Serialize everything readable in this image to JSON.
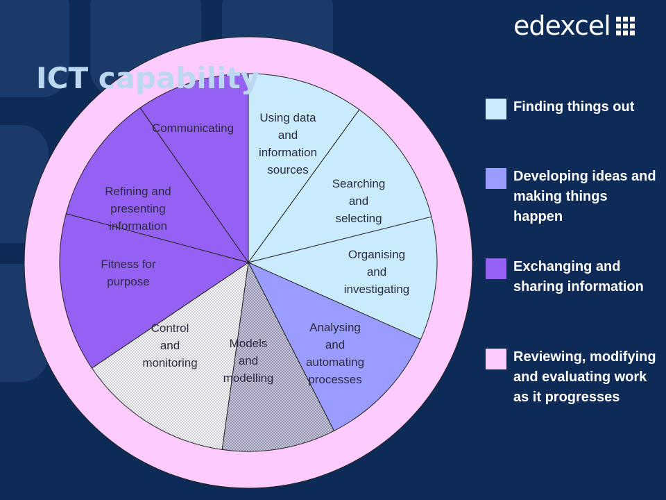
{
  "logo": {
    "text": "edexcel",
    "icon": "edexcel-grid-logo-icon"
  },
  "title": "ICT capability",
  "colors": {
    "background": "#0e2a57",
    "finding": "#c9ebfb",
    "developing": "#9a9cff",
    "exchanging": "#9461f3",
    "reviewing": "#fecbfd",
    "control_pattern": "#ffffff",
    "models_pattern": "#b6b6d2"
  },
  "segments": [
    {
      "id": "using-data",
      "lines": [
        "Using data",
        "and",
        "information",
        "sources"
      ],
      "group": "finding"
    },
    {
      "id": "searching",
      "lines": [
        "Searching",
        "and",
        "selecting"
      ],
      "group": "finding"
    },
    {
      "id": "organising",
      "lines": [
        "Organising",
        "and",
        "investigating"
      ],
      "group": "finding"
    },
    {
      "id": "analysing",
      "lines": [
        "Analysing",
        "and",
        "automating",
        "processes"
      ],
      "group": "developing"
    },
    {
      "id": "models",
      "lines": [
        "Models",
        "and",
        "modelling"
      ],
      "group": "developing"
    },
    {
      "id": "control",
      "lines": [
        "Control",
        "and",
        "monitoring"
      ],
      "group": "developing"
    },
    {
      "id": "fitness",
      "lines": [
        "Fitness for",
        "purpose"
      ],
      "group": "exchanging"
    },
    {
      "id": "refining",
      "lines": [
        "Refining and",
        "presenting",
        "information"
      ],
      "group": "exchanging"
    },
    {
      "id": "communicating",
      "lines": [
        "Communicating"
      ],
      "group": "exchanging"
    }
  ],
  "legend": [
    {
      "label": "Finding things out",
      "color": "#c9ebfb"
    },
    {
      "label": "Developing ideas and making things happen",
      "color": "#9a9cff"
    },
    {
      "label": "Exchanging and sharing information",
      "color": "#9461f3"
    },
    {
      "label": "Reviewing, modifying and evaluating work as it progresses",
      "color": "#fecbfd"
    }
  ]
}
